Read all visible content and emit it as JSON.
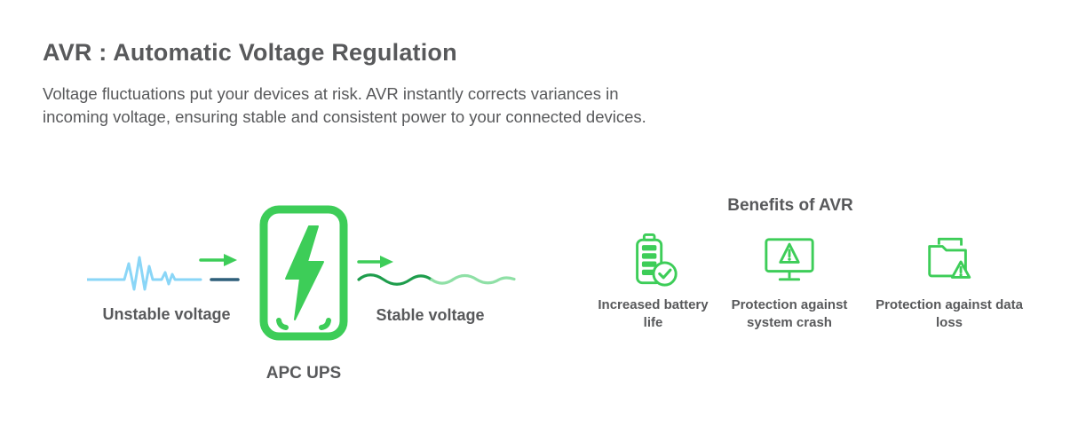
{
  "header": {
    "title": "AVR : Automatic Voltage Regulation",
    "description_lines": [
      "Voltage fluctuations put your devices at risk. AVR instantly corrects variances in",
      "incoming voltage, ensuring stable and consistent power to your connected devices."
    ]
  },
  "diagram": {
    "unstable_label": "Unstable voltage",
    "ups_label": "APC UPS",
    "stable_label": "Stable voltage",
    "icons": [
      "unstable-waveform-icon",
      "arrow-right-icon",
      "ups-lightning-icon",
      "arrow-right-icon",
      "stable-waveform-icon"
    ]
  },
  "benefits": {
    "title": "Benefits of AVR",
    "items": [
      {
        "icon": "battery-check-icon",
        "label": "Increased battery life"
      },
      {
        "icon": "monitor-warning-icon",
        "label": "Protection against system crash"
      },
      {
        "icon": "folder-warning-icon",
        "label": "Protection against data loss"
      }
    ]
  },
  "colors": {
    "primary_green": "#3DCD58",
    "dark_green": "#1E9D4C",
    "light_green": "#8FE0A6",
    "light_blue": "#8AD6F7",
    "dark_blue": "#2E5F7A",
    "text": "#58595b",
    "background": "#ffffff"
  }
}
